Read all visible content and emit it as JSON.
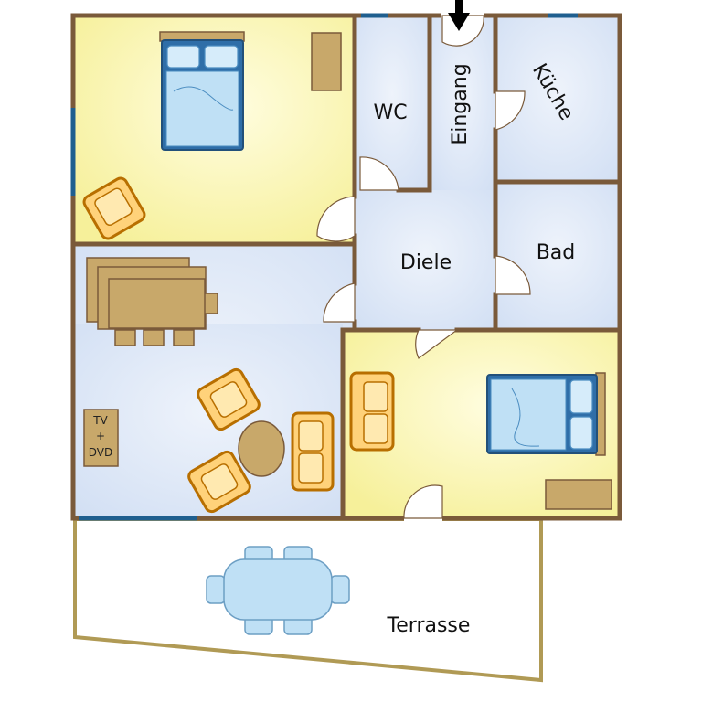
{
  "rooms": {
    "wc": "WC",
    "entrance": "Eingang",
    "kitchen": "Küche",
    "hall": "Diele",
    "bath": "Bad",
    "terrace": "Terrasse"
  },
  "tv": {
    "line1": "TV",
    "line2": "+",
    "line3": "DVD"
  },
  "colors": {
    "wall": "#7a5a3a",
    "window": "#1f5f8f",
    "bedroom_floor": "#fbf6b4",
    "other_floor": "#dbe6f6",
    "furniture_wood": "#c8a86a",
    "chair_orange": "#ffb02e",
    "bed_blue": "#2f6ea8"
  }
}
